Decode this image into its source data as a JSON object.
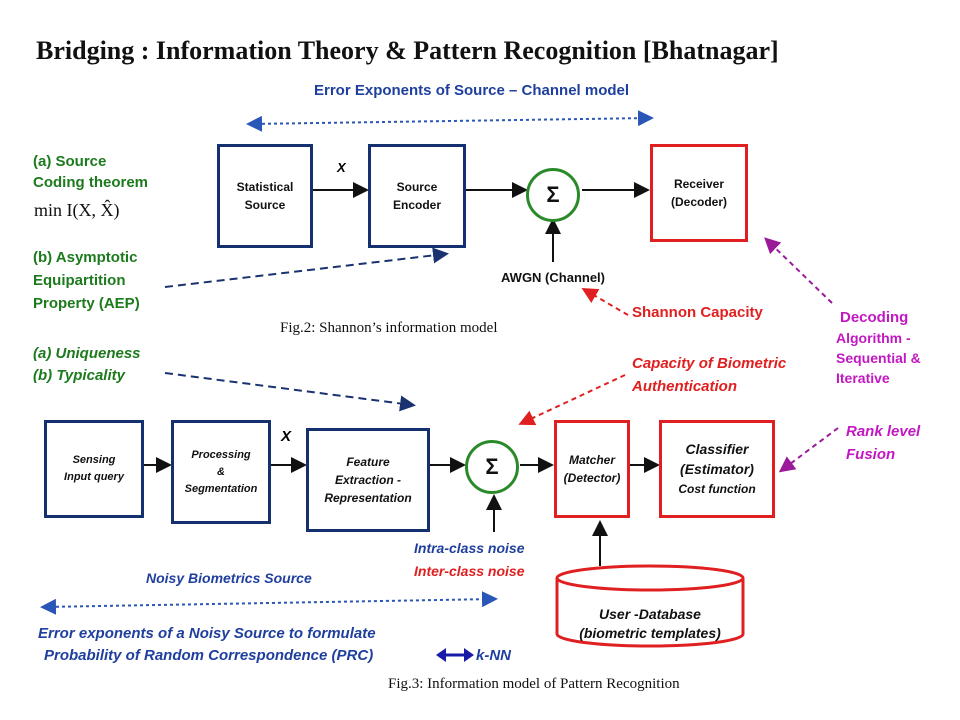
{
  "title": "Bridging : Information Theory  &  Pattern Recognition [Bhatnagar]",
  "top_banner": "Error Exponents of Source – Channel model",
  "left_panel": {
    "a_label": "(a) Source",
    "a_label2": "Coding theorem",
    "formula": "min I(X, X̂)",
    "b_label": "(b) Asymptotic",
    "b_label2": "Equipartition",
    "b_label3": "Property (AEP)",
    "uniq": "(a)   Uniqueness",
    "typ": "(b)   Typicality"
  },
  "fig2": {
    "caption": "Fig.2:  Shannon’s information model",
    "statistical_source": [
      "Statistical",
      "Source"
    ],
    "x_label": "X",
    "source_encoder": [
      "Source",
      "Encoder"
    ],
    "sigma": "Σ",
    "receiver": [
      "Receiver",
      "(Decoder)"
    ],
    "awgn": "AWGN (Channel)"
  },
  "shannon_capacity": "Shannon Capacity",
  "capacity_bio": [
    "Capacity of Biometric",
    "Authentication"
  ],
  "decoding": [
    "Decoding",
    "Algorithm -",
    "Sequential &",
    "Iterative"
  ],
  "rank": [
    "Rank level",
    "Fusion"
  ],
  "fig3": {
    "caption": "Fig.3: Information model of  Pattern Recognition",
    "sensing": [
      "Sensing",
      "Input query"
    ],
    "processing": [
      "Processing",
      "&",
      "Segmentation"
    ],
    "x_label": "X",
    "feature": [
      "Feature",
      "Extraction -",
      "Representation"
    ],
    "sigma": "Σ",
    "matcher": [
      "Matcher",
      "(Detector)"
    ],
    "classifier": [
      "Classifier",
      "(Estimator)",
      "Cost function"
    ],
    "intra": "Intra-class noise",
    "inter": "Inter-class noise",
    "database": [
      "User -Database",
      "(biometric templates)"
    ]
  },
  "noisy_source": "Noisy Biometrics Source",
  "bottom": {
    "line1": "Error exponents of a Noisy Source to formulate",
    "line2": "Probability of Random Correspondence (PRC)",
    "knn": "k-NN"
  }
}
